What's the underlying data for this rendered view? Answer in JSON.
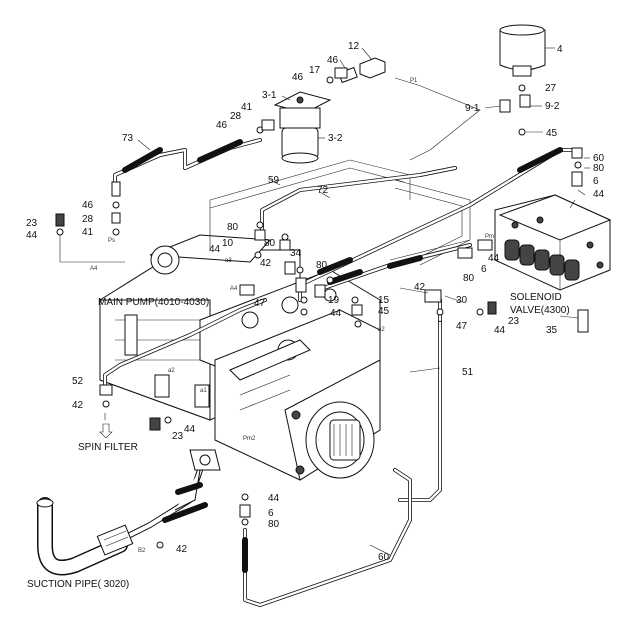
{
  "labels": {
    "p12": "12",
    "p4": "4",
    "p46a": "46",
    "p17": "17",
    "p46b": "46",
    "p27": "27",
    "p31": "3-1",
    "p41a": "41",
    "p28a": "28",
    "p46c": "46",
    "p32": "3-2",
    "p91": "9-1",
    "p92": "9-2",
    "p45a": "45",
    "p73": "73",
    "p60a": "60",
    "p80a": "80",
    "p6a": "6",
    "p44a": "44",
    "p59": "59",
    "p72": "72",
    "p46d": "46",
    "p28b": "28",
    "p41b": "41",
    "p23a": "23",
    "p44b": "44",
    "p80b": "80",
    "p10": "10",
    "p80c": "80",
    "p44c": "44",
    "p42a": "42",
    "p34": "34",
    "p80d": "80",
    "p44d": "44",
    "p80e": "80",
    "p6b": "6",
    "p47a": "47",
    "p19": "19",
    "p15": "15",
    "p44e": "44",
    "p45b": "45",
    "p42b": "42",
    "p30": "30",
    "p47b": "47",
    "p23b": "23",
    "p44f": "44",
    "p35": "35",
    "p51": "51",
    "p52": "52",
    "p42c": "42",
    "p23c": "23",
    "p44g": "44",
    "p44h": "44",
    "p6c": "6",
    "p80f": "80",
    "p60b": "60",
    "p42d": "42",
    "main_pump": "MAIN PUMP(4010-4030)",
    "solenoid1": "SOLENOID",
    "solenoid2": "VALVE(4300)",
    "spin_filter": "SPIN FILTER",
    "suction_pipe": "SUCTION PIPE( 3020)"
  }
}
